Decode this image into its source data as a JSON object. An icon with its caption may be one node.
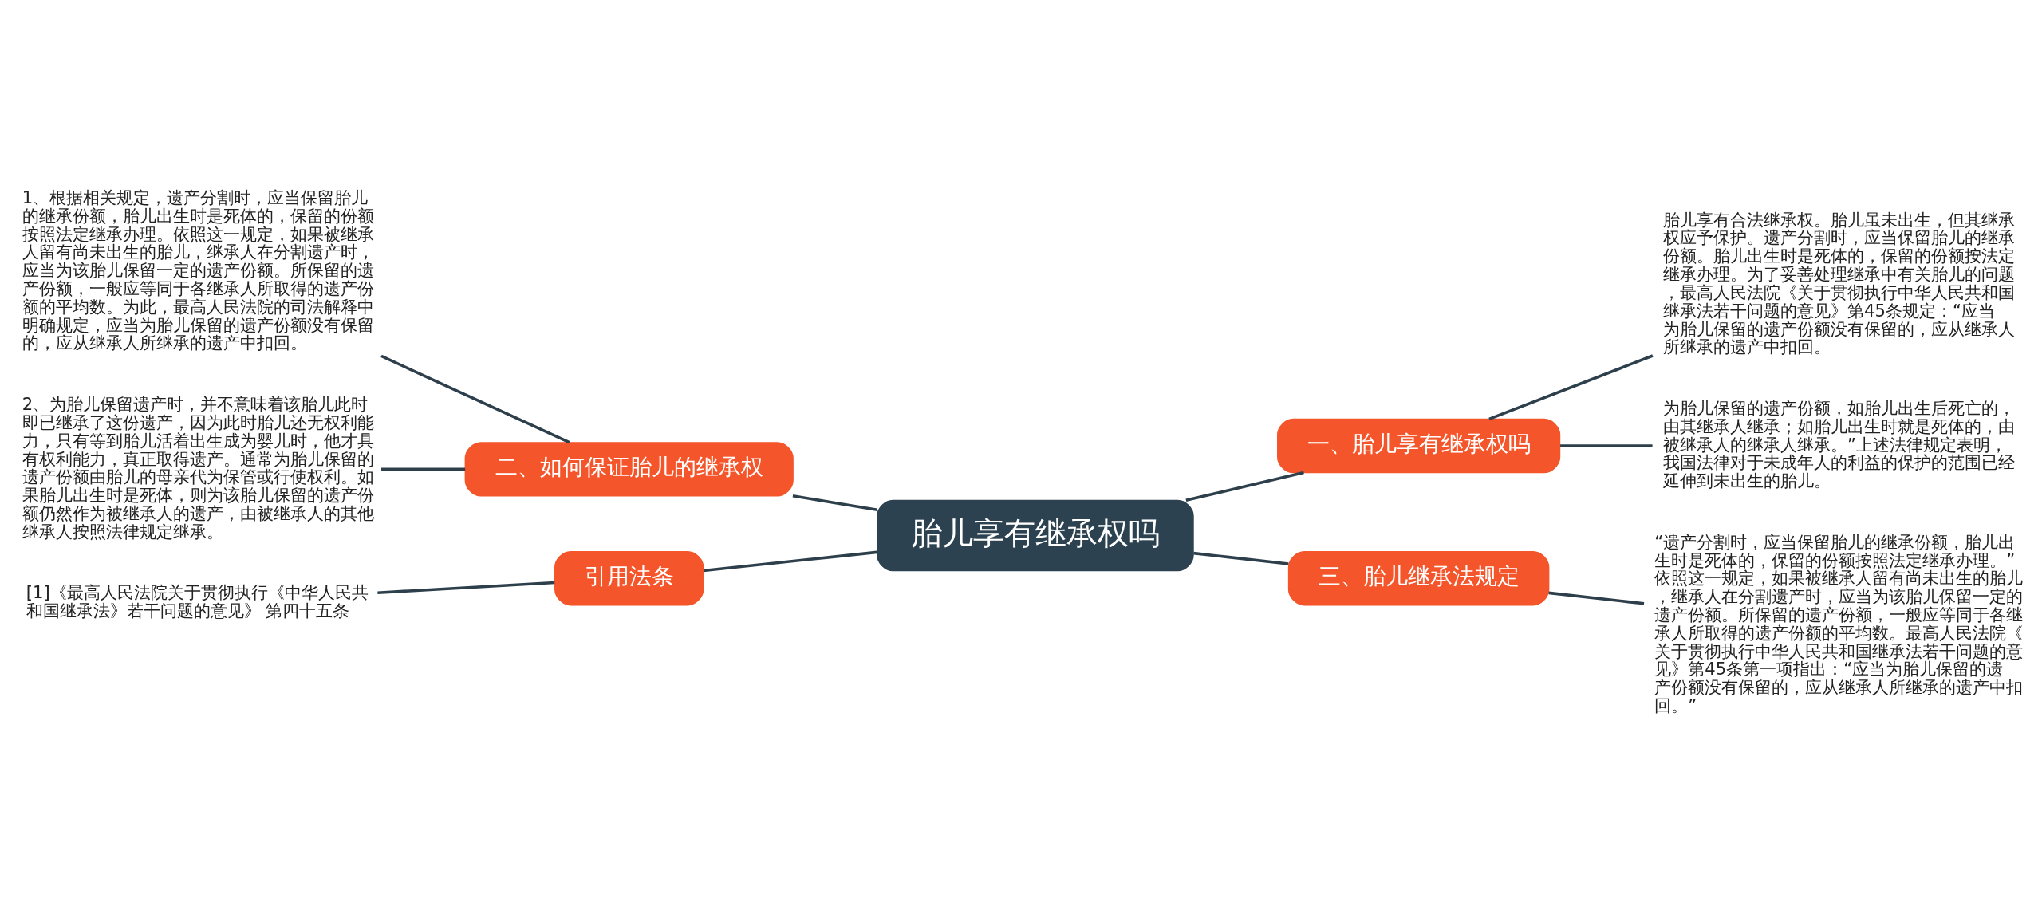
{
  "diagram": {
    "nodes": [
      {
        "text": [
          "胎儿享有继承权吗"
        ]
      },
      {
        "text": [
          "一、胎儿享有继承权吗"
        ]
      },
      {
        "text": [
          "胎儿享有合法继承权。胎儿虽未出生，但其继承权应予保护。遗产分割时，应当保留胎儿的继承份额。胎儿出生时是死体的，保留的份额按法定继承办理。为了妥善处理继承中有关胎儿的问题，最高人民法院《关于贯彻执行中华人民共和国继承法若干问题的意见》第45条规定：“应当为胎儿保留的遗产份额没有保留的，应从继承人所继承的遗产中扣回。"
        ]
      },
      {
        "text": [
          "为胎儿保留的遗产份额，如胎儿出生后死亡的，由其继承人继承；如胎儿出生时就是死体的，由被继承人的继承人继承。”上述法律规定表明，我国法律对于未成年人的利益的保护的范围已经延伸到未出生的胎儿。"
        ]
      },
      {
        "text": [
          "二、如何保证胎儿的继承权"
        ]
      },
      {
        "text": [
          "1、根据相关规定，遗产分割时，应当保留胎儿的继承份额，胎儿出生时是死体的，保留的份额按照法定继承办理。依照这一规定，如果被继承人留有尚未出生的胎儿，继承人在分割遗产时，应当为该胎儿保留一定的遗产份额。所保留的遗产份额，一般应等同于各继承人所取得的遗产份额的平均数。为此，最高人民法院的司法解释中明确规定，应当为胎儿保留的遗产份额没有保留的，应从继承人所继承的遗产中扣回。"
        ]
      },
      {
        "text": [
          "2、为胎儿保留遗产时，并不意味着该胎儿此时即已继承了这份遗产，因为此时胎儿还无权利能力，只有等到胎儿活着出生成为婴儿时，他才具有权利能力，真正取得遗产。通常为胎儿保留的遗产份额由胎儿的母亲代为保管或行使权利。如果胎儿出生时是死体，则为该胎儿保留的遗产份额仍然作为被继承人的遗产，由被继承人的其他继承人按照法律规定继承。"
        ]
      },
      {
        "text": [
          "三、胎儿继承法规定"
        ]
      },
      {
        "text": [
          "“遗产分割时，应当保留胎儿的继承份额，胎儿出生时是死体的，保留的份额按照法定继承办理。”依照这一规定，如果被继承人留有尚未出生的胎儿，继承人在分割遗产时，应当为该胎儿保留一定的遗产份额。所保留的遗产份额，一般应等同于各继承人所取得的遗产份额的平均数。最高人民法院《关于贯彻执行中华人民共和国继承法若干问题的意见》第45条第一项指出：“应当为胎儿保留的遗产份额没有保留的，应从继承人所继承的遗产中扣回。”"
        ]
      },
      {
        "text": [
          "引用法条"
        ]
      },
      {
        "text": [
          "[1]《最高人民法院关于贯彻执行《中华人民共和国继承法》若干问题的意见》 第四十五条"
        ]
      }
    ],
    "edges": [
      {
        "from": 0,
        "to": 1,
        "arrow": "none"
      },
      {
        "from": 1,
        "to": 2,
        "arrow": "none"
      },
      {
        "from": 1,
        "to": 3,
        "arrow": "none"
      },
      {
        "from": 0,
        "to": 4,
        "arrow": "none"
      },
      {
        "from": 4,
        "to": 5,
        "arrow": "none"
      },
      {
        "from": 4,
        "to": 6,
        "arrow": "none"
      },
      {
        "from": 0,
        "to": 7,
        "arrow": "none"
      },
      {
        "from": 7,
        "to": 8,
        "arrow": "none"
      },
      {
        "from": 0,
        "to": 9,
        "arrow": "none"
      },
      {
        "from": 9,
        "to": 10,
        "arrow": "none"
      }
    ]
  }
}
